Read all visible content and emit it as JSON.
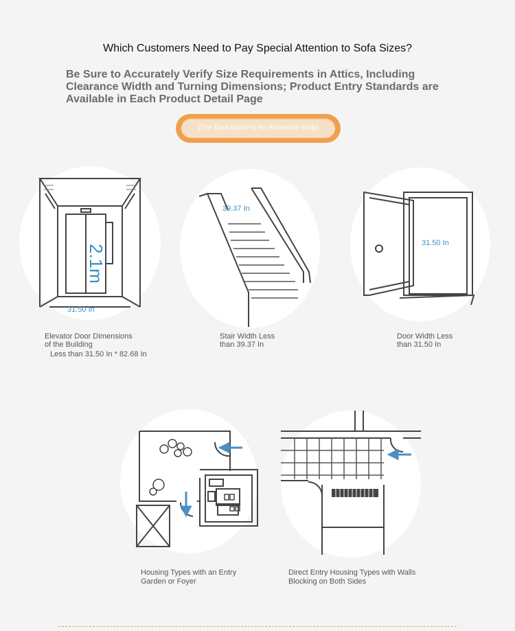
{
  "title": "Which Customers Need to Pay Special Attention to Sofa Sizes?",
  "subtitle": "Be Sure to Accurately Verify Size Requirements in Attics, Including Clearance Width and Turning Dimensions; Product Entry Standards are Available in Each Product Detail Page",
  "button": {
    "label": "(The Data Above is for Reference Only)"
  },
  "items": [
    {
      "caption_line1": "Elevator Door Dimensions",
      "caption_line2": "of the Building",
      "caption_line3": "Less than 31.50 In * 82.68 In",
      "height_label": "2.1m",
      "width_label": "31.50 In"
    },
    {
      "caption_line1": "Stair Width Less",
      "caption_line2": "than 39.37 In",
      "width_label": "39.37 In"
    },
    {
      "caption_line1": "Door Width Less",
      "caption_line2": "than 31.50 In",
      "width_label": "31.50 In"
    },
    {
      "caption_line1": "Housing Types with an Entry",
      "caption_line2": "Garden or Foyer"
    },
    {
      "caption_line1": "Direct Entry Housing Types with Walls",
      "caption_line2": "Blocking on Both Sides"
    }
  ],
  "colors": {
    "accent": "#f0a04a",
    "measure": "#3a8fc1",
    "arrow": "#4a8fc4"
  }
}
